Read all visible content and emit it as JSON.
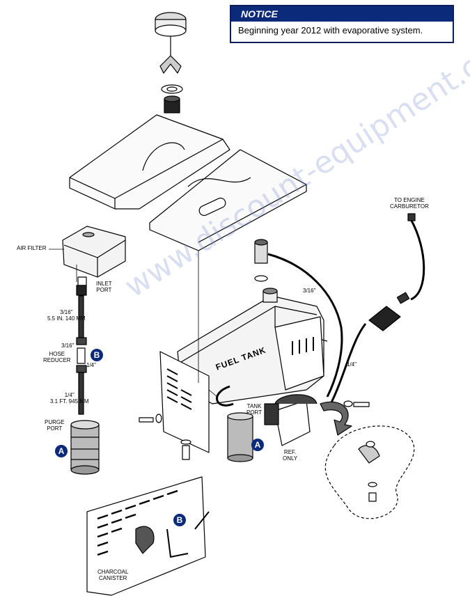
{
  "notice": {
    "title": "NOTICE",
    "text": "Beginning year 2012 with evaporative system."
  },
  "labels": {
    "air_filter": "AIR FILTER",
    "inlet_port_1": "INLET",
    "inlet_port_2": "PORT",
    "hose_3_16_a": "3/16\"",
    "hose_length_a": "5.5 IN. 140 MM",
    "reducer_3_16": "3/16\"",
    "hose_reducer_1": "HOSE",
    "hose_reducer_2": "REDUCER",
    "reducer_1_4": "1/4\"",
    "hose_1_4_a": "1/4\"",
    "hose_length_b": "3.1 FT. 945 MM",
    "purge_port_1": "PURGE",
    "purge_port_2": "PORT",
    "tank_port_1": "TANK",
    "tank_port_2": "PORT",
    "ref_only_1": "REF.",
    "ref_only_2": "ONLY",
    "fuel_tank": "FUEL TANK",
    "to_engine_1": "TO ENGINE",
    "to_engine_2": "CARBURETOR",
    "line_3_16": "3/16\"",
    "line_1_4": "1/4\"",
    "charcoal_1": "CHARCOAL",
    "charcoal_2": "CANISTER"
  },
  "callouts": {
    "a": "A",
    "b": "B"
  },
  "watermark": "www.discount-equipment.com",
  "colors": {
    "notice_header": "#0b2a7a",
    "badge": "#0b2a7a",
    "watermark": "#8ca0d0"
  }
}
